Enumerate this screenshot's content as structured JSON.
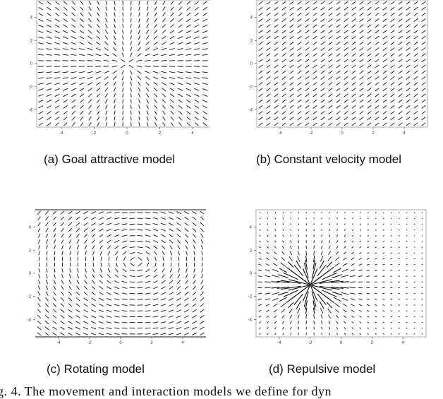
{
  "chart_data": [
    {
      "type": "quiver",
      "caption": "(a) Goal attractive model",
      "field": "attractive",
      "goal": [
        0,
        0
      ],
      "xlim": [
        -5.5,
        5.5
      ],
      "ylim": [
        -5.5,
        5.5
      ],
      "xticks": [
        -4,
        -2,
        0,
        2,
        4
      ],
      "yticks": [
        4,
        2,
        0,
        -2,
        -4
      ],
      "xtick_labels": [
        "-4",
        "-2",
        "0",
        "2",
        "4"
      ],
      "ytick_labels": [
        "4",
        "2",
        "0",
        "-2",
        "-4"
      ],
      "grid": false
    },
    {
      "type": "quiver",
      "caption": "(b) Constant velocity model",
      "field": "constant",
      "direction": [
        1,
        1
      ],
      "xlim": [
        -5.5,
        5.5
      ],
      "ylim": [
        -5.5,
        5.5
      ],
      "xticks": [
        -4,
        -2,
        0,
        2,
        4
      ],
      "yticks": [
        4,
        2,
        0,
        -2,
        -4
      ],
      "xtick_labels": [
        "-4",
        "-2",
        "0",
        "2",
        "4"
      ],
      "ytick_labels": [
        "4",
        "2",
        "0",
        "-2",
        "-4"
      ],
      "grid": false
    },
    {
      "type": "quiver",
      "caption": "(c) Rotating model",
      "field": "rotating",
      "center": [
        1,
        1
      ],
      "xlim": [
        -5.5,
        5.5
      ],
      "ylim": [
        -5.5,
        5.5
      ],
      "xticks": [
        -4,
        -2,
        0,
        2,
        4
      ],
      "yticks": [
        4,
        2,
        0,
        -2,
        -4
      ],
      "xtick_labels": [
        "-4",
        "-2",
        "0",
        "2",
        "4"
      ],
      "ytick_labels": [
        "4",
        "2",
        "0",
        "-2",
        "-4"
      ],
      "grid": false
    },
    {
      "type": "quiver",
      "caption": "(d) Repulsive model",
      "field": "repulsive",
      "source": [
        -2,
        -1
      ],
      "xlim": [
        -5.5,
        5.5
      ],
      "ylim": [
        -5.5,
        5.5
      ],
      "xticks": [
        -4,
        -2,
        0,
        2,
        4
      ],
      "yticks": [
        4,
        2,
        0,
        -2,
        -4
      ],
      "xtick_labels": [
        "-4",
        "-2",
        "0",
        "2",
        "4"
      ],
      "ytick_labels": [
        "4",
        "2",
        "0",
        "-2",
        "-4"
      ],
      "grid": false
    }
  ],
  "figure_caption": "g. 4.   The movement and interaction models we define for dyn"
}
